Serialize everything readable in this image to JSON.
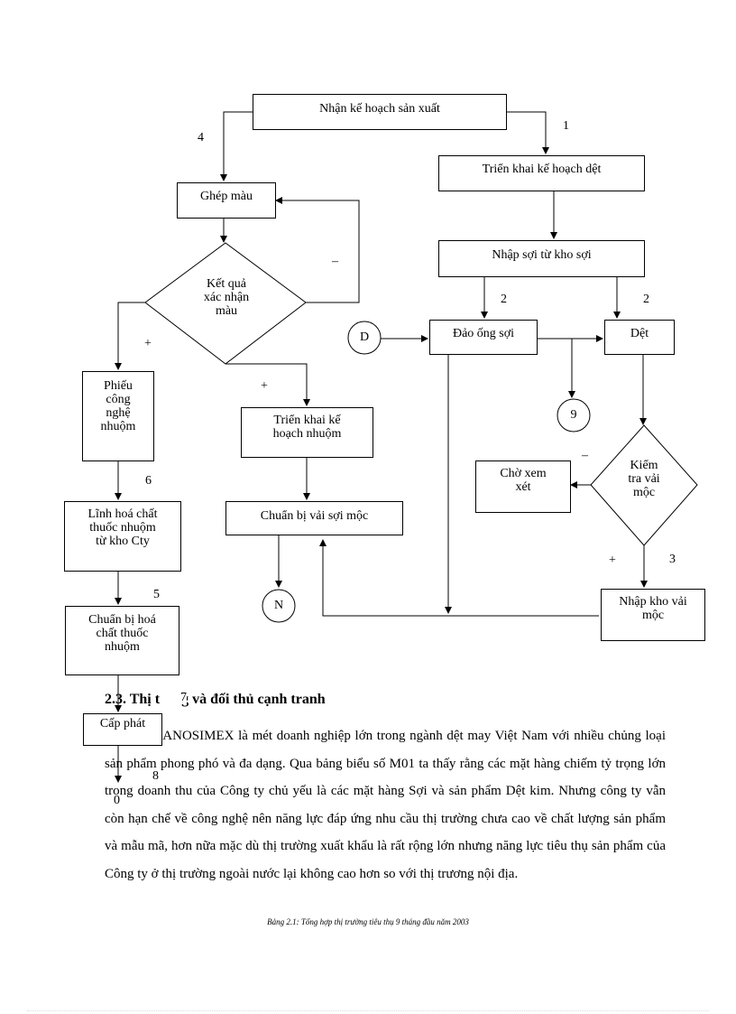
{
  "flowchart": {
    "nodes": {
      "nhan_ke_hoach": "Nhận kế hoạch sản xuất",
      "trien_khai_det": "Triển khai kế  hoạch dệt",
      "nhap_soi": "Nhập sợi từ kho sợi",
      "dao_ong_soi": "Đảo ống sợi",
      "det": "Dệt",
      "ghep_mau": "Ghép màu",
      "ket_qua": [
        "Kết quả",
        "xác nhận",
        "màu"
      ],
      "phieu_cong_nghe": [
        "Phiếu",
        "công",
        "nghệ",
        "nhuộm"
      ],
      "trien_khai_nhuom": [
        "Triển khai kế",
        "hoạch nhuộm"
      ],
      "chuan_bi_vai": "Chuẩn bị vải sợi mộc",
      "linh_hoa_chat": [
        "Lĩnh hoá chất",
        "thuốc nhuộm",
        "từ kho Cty"
      ],
      "chuan_bi_hoa_chat": [
        "Chuẩn bị hoá",
        "chất thuốc",
        "nhuộm"
      ],
      "cap_phat": "Cấp phát",
      "kiem_tra": [
        "Kiểm",
        "tra vải",
        "mộc"
      ],
      "cho_xem_xet": [
        "Chờ xem",
        "xét"
      ],
      "nhap_kho_vai": [
        "Nhập kho vải",
        "mộc"
      ]
    },
    "connectors": {
      "d": "D",
      "n": "N",
      "nine": "9"
    },
    "edge_labels": {
      "n1": "1",
      "n4": "4",
      "n2a": "2",
      "n2b": "2",
      "n6": "6",
      "n5": "5",
      "n3": "3",
      "n7": "7",
      "n8": "8",
      "n0": "0",
      "minus_ghep": "–",
      "plus_left": "+",
      "plus_mid": "+",
      "minus_kiem": "–",
      "plus_kiem": "+"
    }
  },
  "section": {
    "heading_start": "2.3. Thị t",
    "heading_end": "g và đối thủ cạnh tranh",
    "paragraph": "Công ty HANOSIMEX  là mét doanh nghiệp lớn trong ngành dệt may Việt Nam với nhiều chủng loại sản phẩm phong phó và đa dạng. Qua bảng biểu số M01 ta thấy rằng các mặt hàng chiếm tỷ trọng lớn trong doanh thu của Công ty chủ yếu là các mặt hàng Sợi và sản phẩm Dệt kim. Nhưng công ty vẫn còn hạn chế về công nghệ nên năng lực đáp ứng nhu cầu thị trường chưa cao về chất lượng sản phẩm và mẫu mã, hơn nữa mặc dù thị trường xuất khẩu là rất rộng lớn nhưng năng lực tiêu thụ sản phẩm của Công ty ở thị trường ngoài nước lại không cao hơn so với thị trương nội địa.",
    "caption": "Bảng 2.1: Tổng hợp thị trường tiêu thụ 9 tháng đầu năm 2003"
  }
}
